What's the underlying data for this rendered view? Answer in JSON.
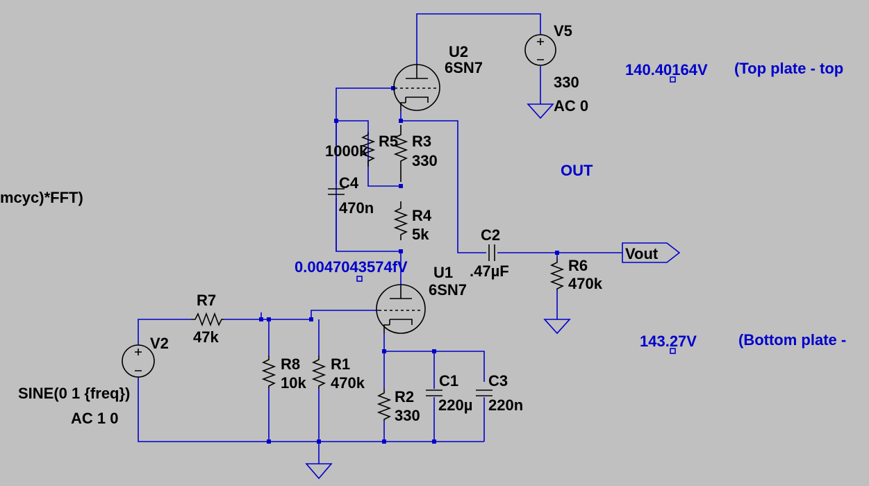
{
  "colors": {
    "background": "#c0c0c0",
    "wire": "#0000cc",
    "component": "#000000",
    "annotation": "#0000cc"
  },
  "components": {
    "u2": {
      "name": "U2",
      "model": "6SN7"
    },
    "u1": {
      "name": "U1",
      "model": "6SN7"
    },
    "v5": {
      "name": "V5",
      "value": "330",
      "ac": "AC 0"
    },
    "v2": {
      "name": "V2",
      "value": "SINE(0 1 {freq})",
      "ac": "AC 1 0"
    },
    "r1": {
      "name": "R1",
      "value": "470k"
    },
    "r2": {
      "name": "R2",
      "value": "330"
    },
    "r3": {
      "name": "R3",
      "value": "330"
    },
    "r4": {
      "name": "R4",
      "value": "5k"
    },
    "r5": {
      "name": "R5",
      "value": "1000k"
    },
    "r6": {
      "name": "R6",
      "value": "470k"
    },
    "r7": {
      "name": "R7",
      "value": "47k"
    },
    "r8": {
      "name": "R8",
      "value": "10k"
    },
    "c1": {
      "name": "C1",
      "value": "220µ"
    },
    "c2": {
      "name": "C2",
      "value": ".47µF"
    },
    "c3": {
      "name": "C3",
      "value": "220n"
    },
    "c4": {
      "name": "C4",
      "value": "470n"
    }
  },
  "labels": {
    "out": "OUT",
    "vout": "Vout",
    "directive": "mcyc)*FFT)"
  },
  "probes": {
    "top_plate_voltage": "140.40164V",
    "top_plate_note": "(Top plate - top",
    "bottom_plate_voltage": "143.27V",
    "bottom_plate_note": "(Bottom plate -",
    "midpoint_voltage": "0.0047043574fV"
  }
}
